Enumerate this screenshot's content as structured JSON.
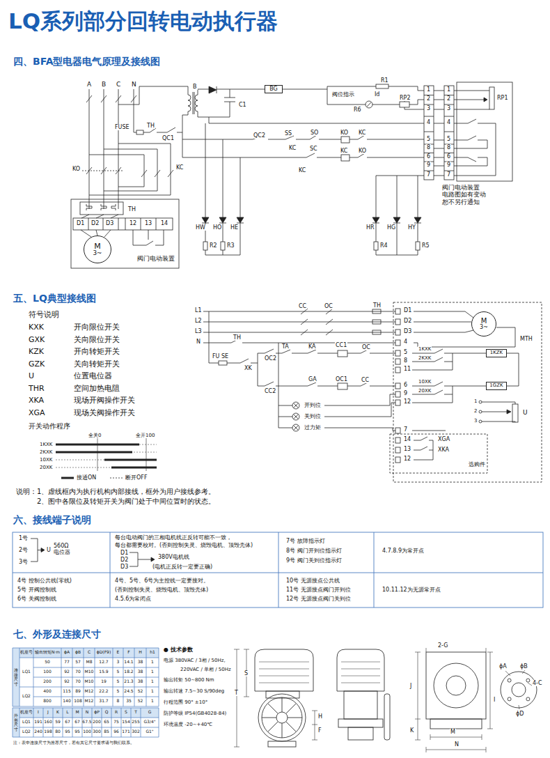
{
  "diagram": {
    "title": "LQ系列部分回转电动执行器",
    "nodes": [
      {
        "text": [
          "BG"
        ]
      },
      {
        "text": [
          "M",
          "3~"
        ]
      },
      {
        "text": [
          "M",
          "3~"
        ]
      },
      {
        "text": [
          "1KZK"
        ]
      },
      {
        "text": [
          "1GZK"
        ]
      }
    ],
    "edges": [
      {
        "from": 3,
        "to": 4,
        "arrow": "none"
      }
    ],
    "labels": [
      "四、BFA型电器电气原理及接线图",
      "A",
      "B",
      "C",
      "N",
      "FUSE",
      "TH",
      "QC1",
      "KO",
      "KC",
      "TH",
      "D1",
      "D2",
      "D3",
      "12",
      "13",
      "14",
      "阀门电动装置",
      "B",
      "C1",
      "阀位指示",
      "Id",
      "R1",
      "RP2",
      "R6",
      "QC2",
      "SS",
      "SO",
      "SC",
      "KC",
      "KC",
      "KO",
      "KC",
      "KC",
      "KO",
      "HW",
      "HO",
      "HE",
      "R2",
      "R3",
      "HR",
      "HG",
      "HY",
      "R4",
      "R5",
      "1",
      "2",
      "3",
      "4",
      "5",
      "8",
      "6",
      "9",
      "7",
      "1",
      "2",
      "3",
      "4",
      "5",
      "8",
      "6",
      "9",
      "7",
      "RP1",
      "阀门电动装置 电路图如有变动 恕不另行通知",
      "五、LQ典型接线图",
      "符号说明",
      "KXK",
      "开向限位开关",
      "GXK",
      "关向限位开关",
      "KZK",
      "开向转矩开关",
      "GZK",
      "关向转矩开关",
      "U",
      "位置电位器",
      "THR",
      "空间加热电阻",
      "XKA",
      "现场开阀操作开关",
      "XGA",
      "现场关阀操作开关",
      "开关动作程序",
      "全关0",
      "全开100",
      "1KXK",
      "2KXK",
      "10XK",
      "20XK",
      "说明：1、虚线框内为执行机构内部接线，框外为用户接线参考。",
      "2、图中各限位及转矩开关为阀门处于中间位置时的状态。",
      "L1",
      "L2",
      "L3",
      "N",
      "CC",
      "OC",
      "TH",
      "D1",
      "D2",
      "D3",
      "4",
      "MTH",
      "TH",
      "TA",
      "KA",
      "CC1",
      "OC",
      "5",
      "8",
      "11",
      "6",
      "9",
      "12",
      "1KXK",
      "2KXK",
      "10XK",
      "20XK",
      "FU SE",
      "XK",
      "OC2",
      "GA",
      "OC1",
      "CC",
      "CC2",
      "开到位",
      "关到位",
      "过力矩",
      "7",
      "1",
      "2",
      "3",
      "U",
      "14",
      "13",
      "12",
      "XGA",
      "XKA",
      "选购件",
      "六、接线端子说明",
      "1号",
      "2号",
      "3号",
      "U",
      "560Ω 电位器",
      "每台电动阀门的三相电机线正反转可能不一致，",
      "每台都需要校对。(否则控制失灵、烧毁电机、顶毁壳体)",
      "D1",
      "D2",
      "D3",
      "380V电机线",
      "(电机正反转一定要正确)",
      "7号 故障指示灯",
      "8号 阀门开到位指示灯",
      "9号 阀门关到位指示灯",
      "4.7.8.9为常开点",
      "4号 控制公共线(零线)",
      "5号 开阀控制线",
      "6号 关阀控制线",
      "4号、5号、6号为主控线一定要接对。",
      "(否则控制失灵、烧毁电机、顶毁壳体)",
      "4.5.6为常闭点",
      "10号 无源接点公共线",
      "11号 无源接点阀门开到位",
      "12号 无源接点阀门关到位",
      "10.11.12为无源常开点",
      "七、外形及连接尺寸",
      "连接尺寸",
      "机座号",
      "输出转矩N·m",
      "ϕA",
      "ϕB",
      "C",
      "ϕD(F9)",
      "E",
      "F",
      "H",
      "h1",
      "LQ1",
      "LQ2",
      "50",
      "77",
      "57",
      "M8",
      "12.7",
      "3",
      "14.1",
      "38",
      "1",
      "100",
      "92",
      "70",
      "M10",
      "15.9",
      "5",
      "18.2",
      "38",
      "1",
      "200",
      "92",
      "70",
      "M10",
      "19",
      "5",
      "21.3",
      "38",
      "1",
      "400",
      "115",
      "89",
      "M12",
      "22.2",
      "5",
      "24.5",
      "52",
      "1",
      "800",
      "140",
      "108",
      "M12",
      "31.7",
      "8",
      "35",
      "52",
      "1",
      "外形尺寸",
      "机座号",
      "I",
      "J",
      "K",
      "L",
      "M",
      "N",
      "ϕP",
      "Q",
      "R",
      "S",
      "T",
      "G",
      "LQ1",
      "191",
      "160",
      "59",
      "67",
      "67",
      "67.5",
      "200",
      "65",
      "75",
      "154",
      "255",
      "G3/4\"",
      "LQ2",
      "240",
      "198",
      "80",
      "95",
      "95",
      "100",
      "300",
      "85",
      "96",
      "171",
      "302",
      "G1\"",
      "注：表中连接尺寸为推荐尺寸，若有其它尺寸要求请与我们联系。",
      "● 技术参数",
      "电源 380VAC / 3相 / 50Hz,",
      "220VAC / 单相 / 50Hz",
      "输出转矩 50~800 Nm",
      "输出转速 7.5~30 S/90deg",
      "行程范围 90° ±10°",
      "防护等级 IP54(GB4028-84)",
      "环境温度 -20~+40℃",
      "T",
      "S",
      "H",
      "F",
      "2-G",
      "J",
      "K",
      "M",
      "N",
      "I",
      "ϕA",
      "ϕB",
      "4-C",
      "ϕD"
    ],
    "legend": [
      {
        "text": "接通ON"
      },
      {
        "text": "断开OFF"
      }
    ]
  }
}
